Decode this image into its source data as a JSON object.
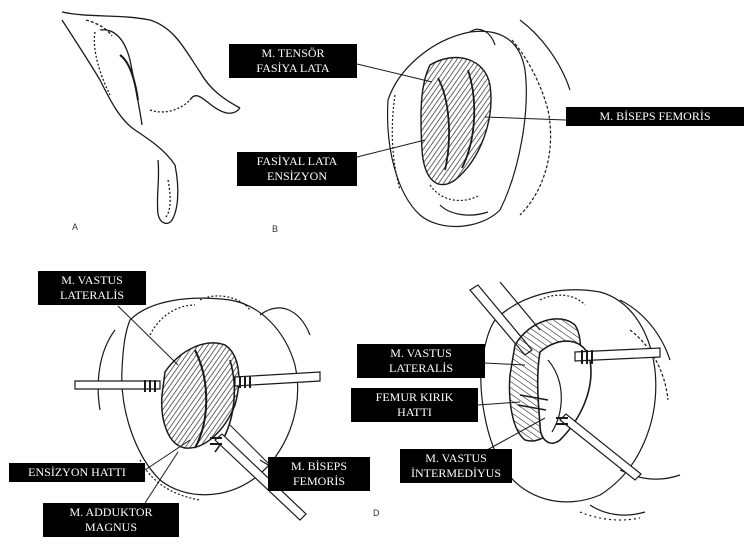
{
  "panels": {
    "a": "A",
    "b": "B",
    "d": "D"
  },
  "labels": {
    "tensor": "M. TENSÖR\nFASİYA LATA",
    "biceps_b": "M. BİSEPS FEMORİS",
    "fascial": "FASİYAL LATA\nENSİZYON",
    "vastus_lat_c": "M. VASTUS\nLATERALİS",
    "incision_line": "ENSİZYON HATTI",
    "adductor": "M. ADDUKTOR\nMAGNUS",
    "biceps_c": "M. BİSEPS\nFEMORİS",
    "vastus_lat_d": "M. VASTUS\nLATERALİS",
    "femur_fracture": "FEMUR KIRIK\nHATTI",
    "vastus_int": "M. VASTUS\nİNTERMEDİYUS"
  },
  "colors": {
    "ink": "#1a1a1a",
    "label_bg": "#000000",
    "label_text": "#ffffff"
  }
}
